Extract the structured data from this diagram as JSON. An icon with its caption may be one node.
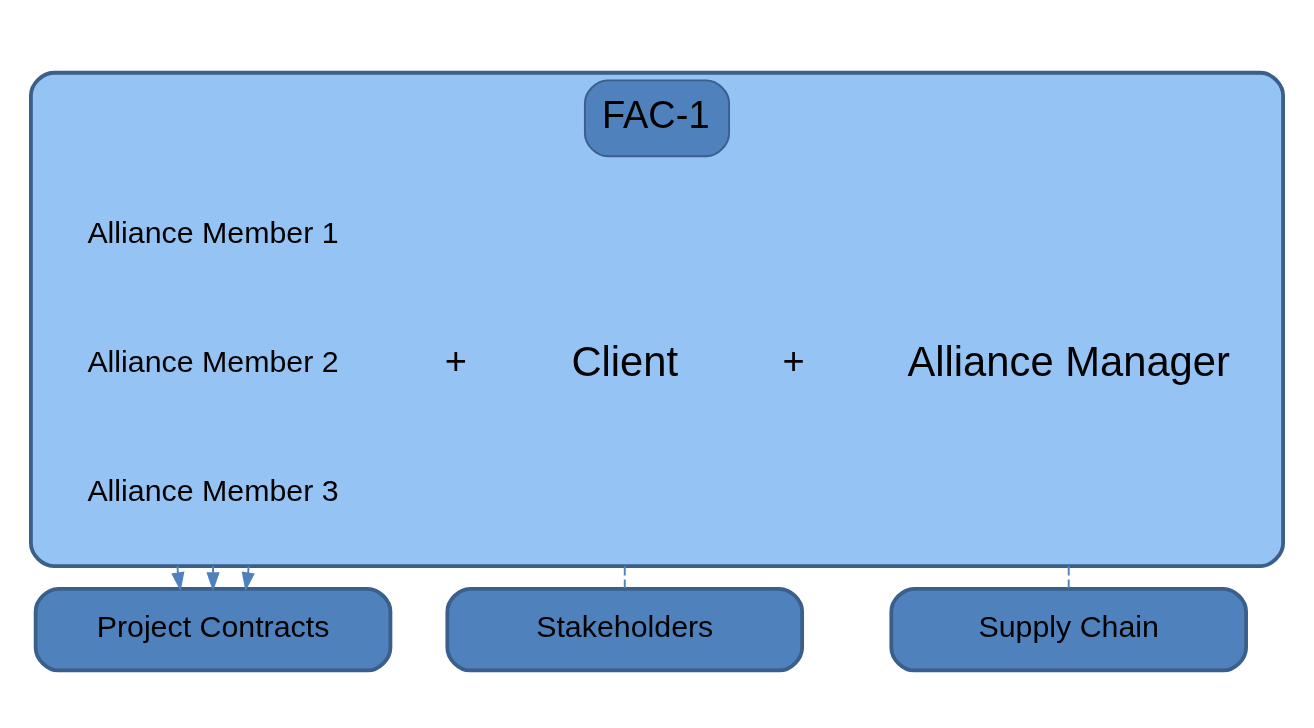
{
  "diagram": {
    "nodes": [
      {
        "text": [
          "FAC-1"
        ]
      },
      {
        "text": [
          "Alliance Member 1"
        ],
        "in": 0
      },
      {
        "text": [
          "Client"
        ],
        "in": 0
      },
      {
        "text": [
          "Alliance Member 2"
        ],
        "in": 0
      },
      {
        "text": [
          "Alliance Manager"
        ],
        "in": 0
      },
      {
        "text": [
          "Alliance Member 3"
        ],
        "in": 0
      },
      {
        "text": [
          "Stakeholders"
        ]
      },
      {
        "text": [
          "Project Contracts"
        ]
      },
      {
        "text": [
          "Supply Chain"
        ]
      }
    ],
    "edges": [
      {
        "from": 0,
        "to": 7,
        "arrow": "to"
      },
      {
        "from": 0,
        "to": 7,
        "arrow": "to"
      },
      {
        "from": 0,
        "to": 7,
        "arrow": "to"
      },
      {
        "from": 0,
        "to": 6,
        "arrow": "none",
        "style": "dashed"
      },
      {
        "from": 0,
        "to": 8,
        "arrow": "none",
        "style": "dashed"
      }
    ],
    "labels": [
      "+",
      "+"
    ]
  }
}
